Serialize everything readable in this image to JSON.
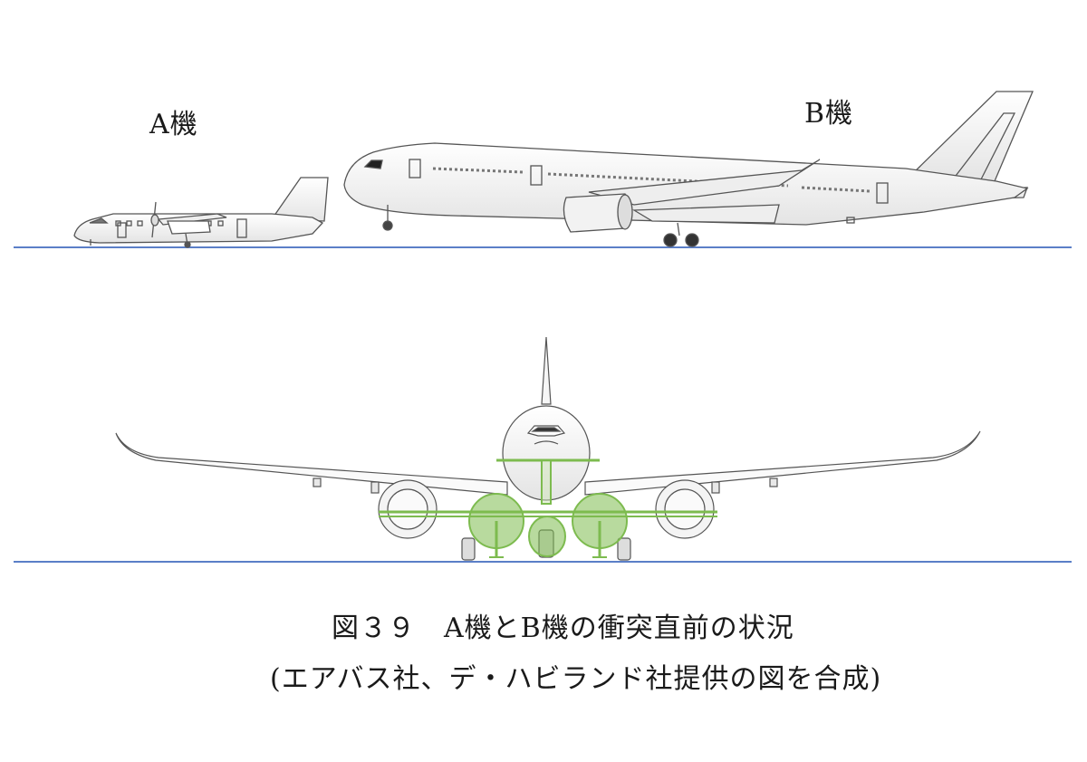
{
  "figure": {
    "label_a": "A機",
    "label_b": "B機",
    "caption_title": "図３９　A機とB機の衝突直前の状況",
    "caption_credit": "(エアバス社、デ・ハビランド社提供の図を合成)"
  },
  "colors": {
    "ground_line": "#5b7fc7",
    "aircraft_a_overlay": "#7dbb4f",
    "aircraft_outline": "#555555"
  }
}
